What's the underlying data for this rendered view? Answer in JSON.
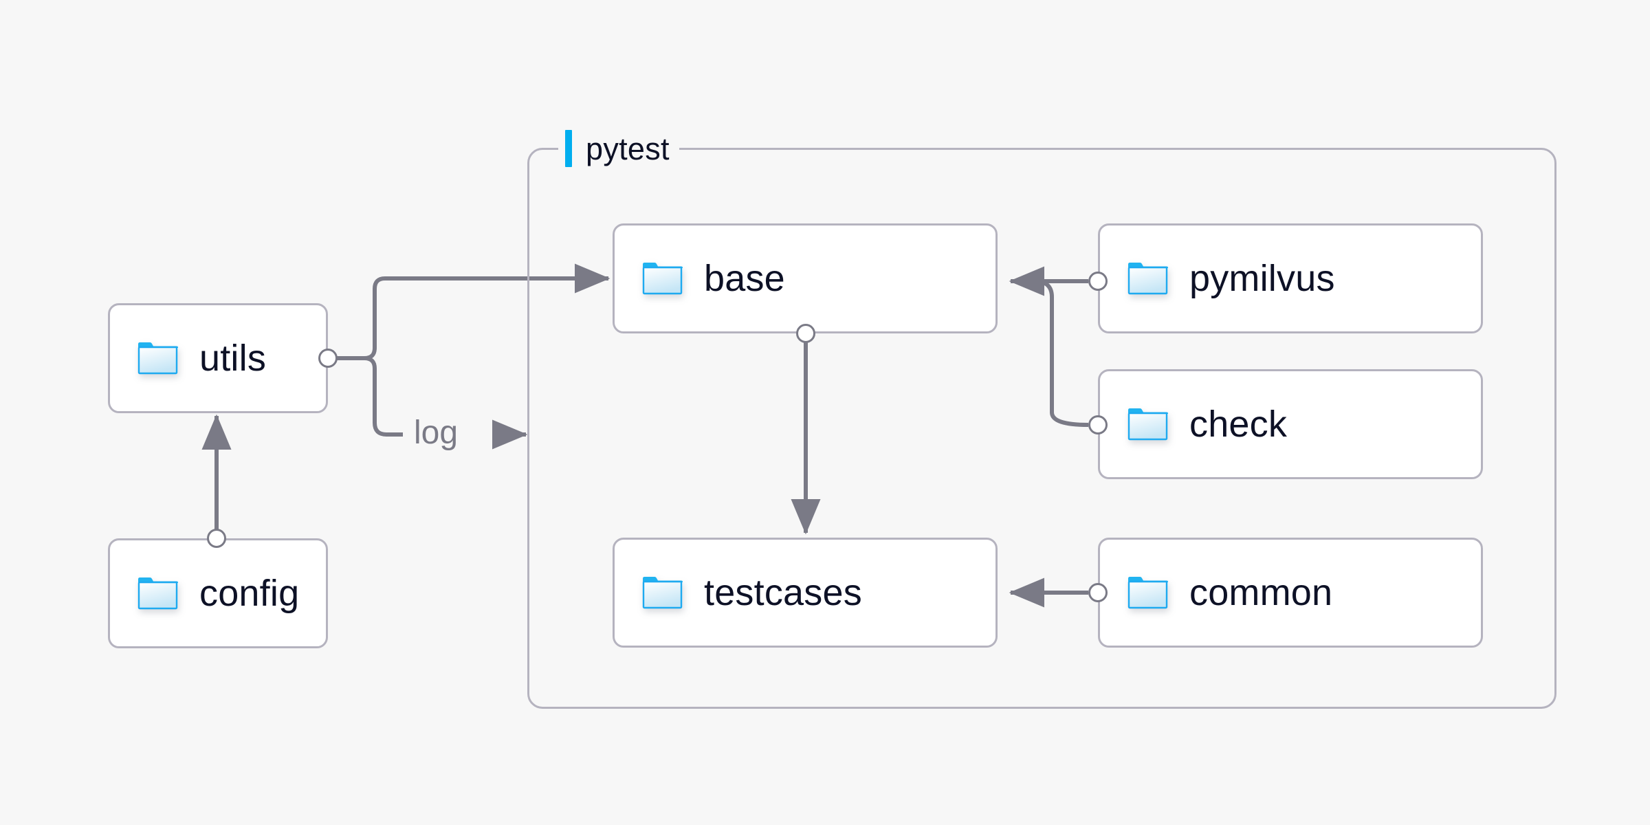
{
  "diagram": {
    "title_hidden": "",
    "background_color": "#f7f7f7",
    "node_border_color": "#b5b3bf",
    "edge_color": "#7a7a86",
    "accent_color": "#00aeef",
    "text_color": "#0d1126",
    "group": {
      "label": "pytest",
      "accent_color": "#00aeef"
    },
    "nodes": [
      {
        "id": "utils",
        "label": "utils",
        "icon": "folder-icon"
      },
      {
        "id": "config",
        "label": "config",
        "icon": "folder-icon"
      },
      {
        "id": "base",
        "label": "base",
        "icon": "folder-icon"
      },
      {
        "id": "testcases",
        "label": "testcases",
        "icon": "folder-icon"
      },
      {
        "id": "pymilvus",
        "label": "pymilvus",
        "icon": "folder-icon"
      },
      {
        "id": "check",
        "label": "check",
        "icon": "folder-icon"
      },
      {
        "id": "common",
        "label": "common",
        "icon": "folder-icon"
      }
    ],
    "edges": [
      {
        "id": "config-utils",
        "from": "config",
        "to": "utils",
        "label": ""
      },
      {
        "id": "utils-base",
        "from": "utils",
        "to": "base",
        "label": ""
      },
      {
        "id": "utils-log",
        "from": "utils",
        "to": "pytest",
        "label": "log"
      },
      {
        "id": "base-testcases",
        "from": "base",
        "to": "testcases",
        "label": ""
      },
      {
        "id": "pymilvus-base",
        "from": "pymilvus",
        "to": "base",
        "label": ""
      },
      {
        "id": "check-base",
        "from": "check",
        "to": "base",
        "label": ""
      },
      {
        "id": "common-testcases",
        "from": "common",
        "to": "testcases",
        "label": ""
      }
    ]
  }
}
